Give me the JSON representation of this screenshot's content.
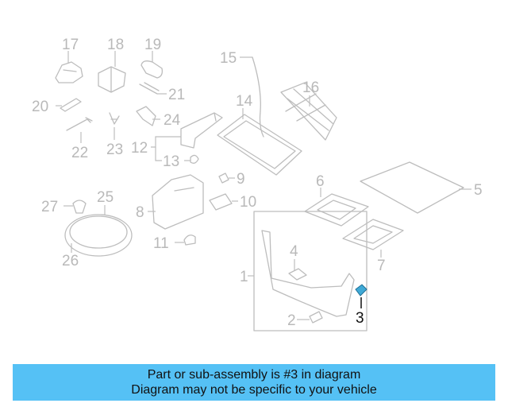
{
  "diagram": {
    "callouts": [
      "17",
      "18",
      "19",
      "15",
      "16",
      "20",
      "21",
      "14",
      "24",
      "22",
      "23",
      "12",
      "13",
      "9",
      "6",
      "5",
      "27",
      "25",
      "8",
      "10",
      "11",
      "26",
      "4",
      "1",
      "7",
      "2",
      "3"
    ],
    "highlight_index": 26,
    "colors": {
      "line": "#bdbdbd",
      "highlight_part": "#3fa9d6",
      "highlight_text": "#111111",
      "banner": "#55c1f5"
    }
  },
  "banner": {
    "line1": "Part or sub-assembly is #3 in diagram",
    "line2": "Diagram may not be specific to your vehicle"
  }
}
